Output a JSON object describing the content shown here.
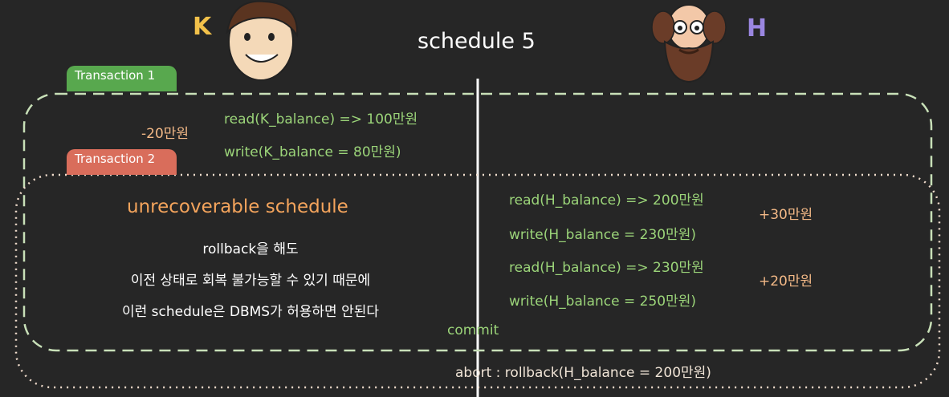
{
  "title": "schedule 5",
  "actors": {
    "k_label": "K",
    "h_label": "H"
  },
  "transactions": {
    "t1_label": "Transaction 1",
    "t2_label": "Transaction 2"
  },
  "t1_ops": {
    "delta": "-20만원",
    "read": "read(K_balance) => 100만원",
    "write": "write(K_balance = 80만원)"
  },
  "t2_ops": {
    "read1": "read(H_balance) => 200만원",
    "write1": "write(H_balance = 230만원)",
    "delta1": "+30만원",
    "read2": "read(H_balance) => 230만원",
    "write2": "write(H_balance = 250만원)",
    "delta2": "+20만원"
  },
  "explanation": {
    "heading": "unrecoverable schedule",
    "line1": "rollback을 해도",
    "line2": "이전 상태로 회복 불가능할 수 있기 때문에",
    "line3": "이런 schedule은 DBMS가 허용하면 안된다"
  },
  "commit": "commit",
  "abort": "abort : rollback(H_balance = 200만원)",
  "colors": {
    "background": "#262626",
    "t1": "#58a84e",
    "t2": "#d96d5b",
    "op_text": "#9bd479",
    "delta_text": "#f2b886",
    "heading": "#f4a45c",
    "k_label": "#f2c14a",
    "h_label": "#9a86e0"
  }
}
